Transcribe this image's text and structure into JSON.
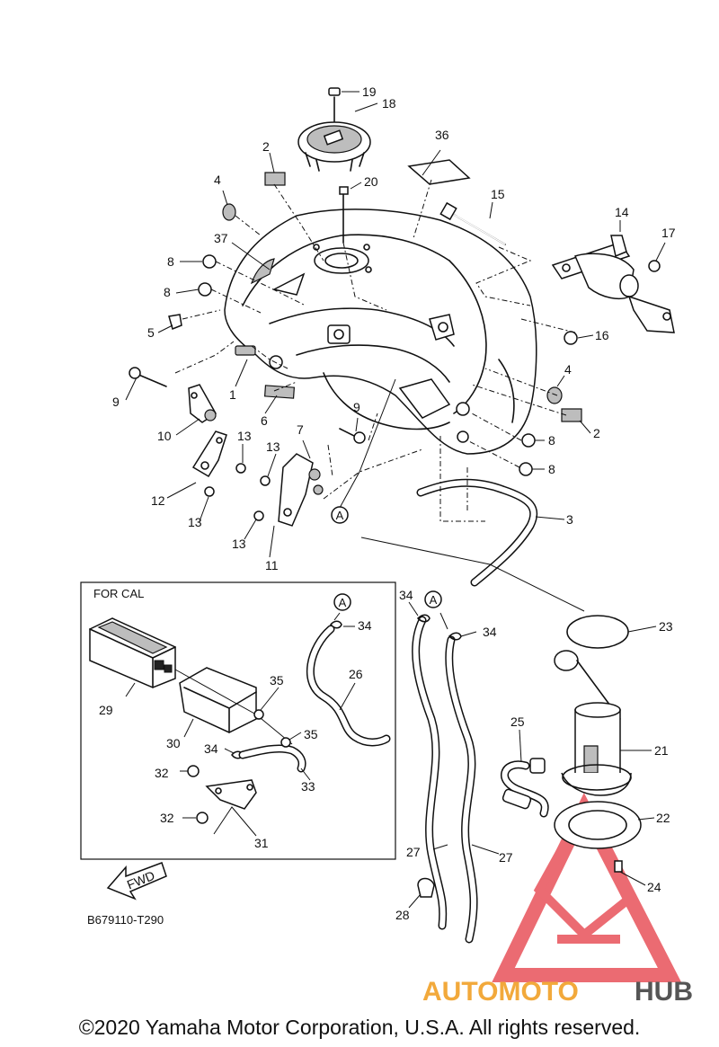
{
  "box_title": "FOR CAL",
  "diagram_code": "B679110-T290",
  "fwd_label": "FWD",
  "ref_marker": "A",
  "copyright": "©2020 Yamaha Motor Corporation, U.S.A. All rights reserved.",
  "watermark": {
    "part1": "AUTOMOTO",
    "part2": "HUB",
    "color_accent": "#f2a93b",
    "color_dark": "#555555",
    "logo_color": "#e8525a"
  },
  "callouts": {
    "c1": "1",
    "c2a": "2",
    "c2b": "2",
    "c3": "3",
    "c4a": "4",
    "c4b": "4",
    "c5": "5",
    "c6": "6",
    "c7": "7",
    "c8a": "8",
    "c8b": "8",
    "c8c": "8",
    "c8d": "8",
    "c9a": "9",
    "c9b": "9",
    "c10": "10",
    "c11": "11",
    "c12": "12",
    "c13a": "13",
    "c13b": "13",
    "c13c": "13",
    "c13d": "13",
    "c14": "14",
    "c15": "15",
    "c16": "16",
    "c17": "17",
    "c18": "18",
    "c19": "19",
    "c20": "20",
    "c21": "21",
    "c22": "22",
    "c23": "23",
    "c24": "24",
    "c25": "25",
    "c26": "26",
    "c27a": "27",
    "c27b": "27",
    "c28": "28",
    "c29": "29",
    "c30": "30",
    "c31": "31",
    "c32a": "32",
    "c32b": "32",
    "c33": "33",
    "c34a": "34",
    "c34b": "34",
    "c34c": "34",
    "c34d": "34",
    "c35a": "35",
    "c35b": "35",
    "c36": "36",
    "c37": "37"
  }
}
